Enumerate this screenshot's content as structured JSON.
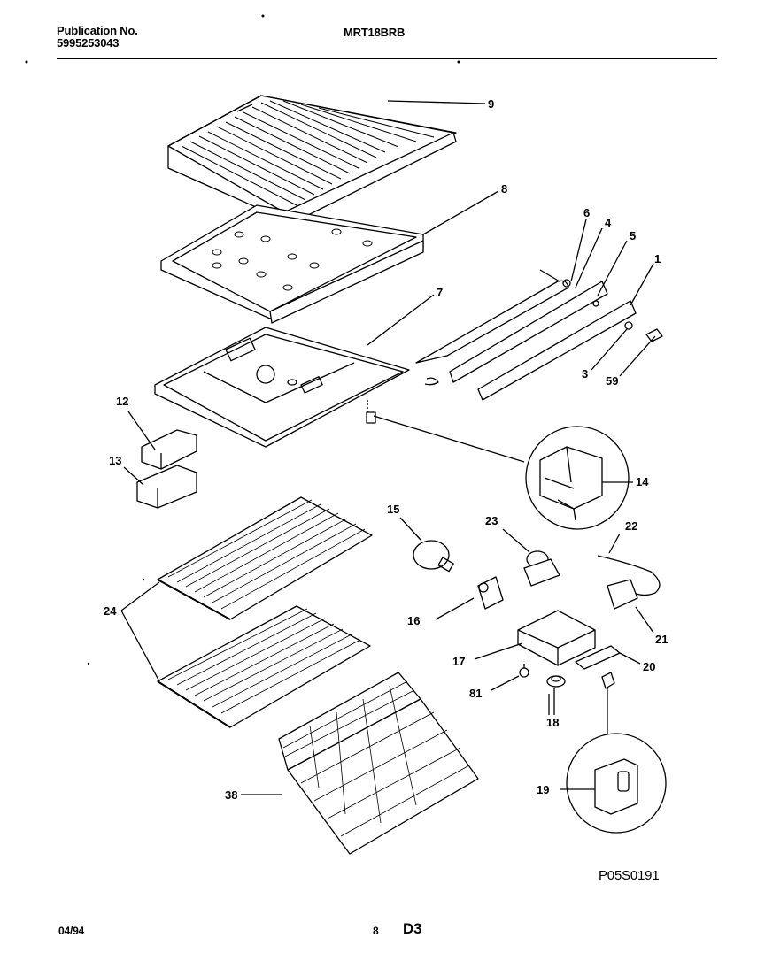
{
  "header": {
    "publication_label": "Publication No.",
    "publication_number": "5995253043",
    "model": "MRT18BRB"
  },
  "footer": {
    "date": "04/94",
    "page": "8",
    "section": "D3",
    "drawing_number": "P05S0191"
  },
  "callouts": [
    "9",
    "8",
    "6",
    "4",
    "5",
    "1",
    "7",
    "3",
    "59",
    "12",
    "13",
    "14",
    "15",
    "23",
    "22",
    "24",
    "16",
    "21",
    "17",
    "20",
    "81",
    "18",
    "19",
    "38"
  ]
}
